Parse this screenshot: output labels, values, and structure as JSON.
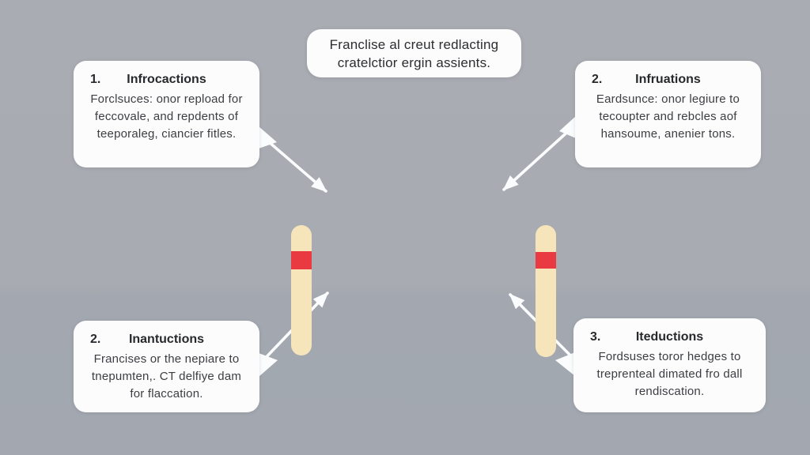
{
  "title": {
    "text": "Franclise al creut redlacting cratelctior ergin assients."
  },
  "boxes": [
    {
      "number": "1.",
      "heading": "Infrocactions",
      "body": "Forclsuces: onor repload for feccovale, and repdents of teeporaleg, ciancier fitles."
    },
    {
      "number": "2.",
      "heading": "Infruations",
      "body": "Eardsunce: onor legiure to tecoupter and rebcles aof hansoume, anenier tons."
    },
    {
      "number": "2.",
      "heading": "Inantuctions",
      "body": "Francises or the nepiare to tnepumten,. CT delfiye dam for flaccation."
    },
    {
      "number": "3.",
      "heading": "Iteductions",
      "body": "Fordsuses toror hedges to treprenteal dimated fro dall rendiscation."
    }
  ],
  "colors": {
    "background_top": "#a9acb2",
    "background_bottom": "#a3a8b0",
    "box_fill": "#fcfcfd",
    "heading_text": "#27292c",
    "body_text": "#3c3e42",
    "bar_fill": "#f6e5bb",
    "bar_band": "#e83a40",
    "arrow": "#fbfcfd"
  }
}
